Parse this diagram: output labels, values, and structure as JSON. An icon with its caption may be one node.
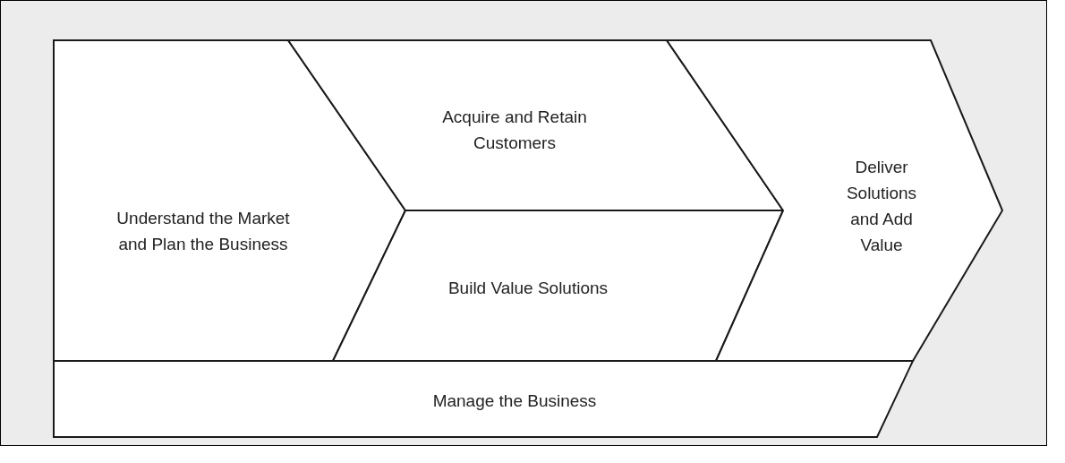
{
  "diagram": {
    "nodes": [
      {
        "text": [
          "Understand the Market and Plan the Business"
        ]
      },
      {
        "text": [
          "Acquire and Retain Customers"
        ]
      },
      {
        "text": [
          "Build Value Solutions"
        ]
      },
      {
        "text": [
          "Deliver Solutions and Add Value"
        ]
      },
      {
        "text": [
          "Manage the Business"
        ]
      }
    ]
  }
}
